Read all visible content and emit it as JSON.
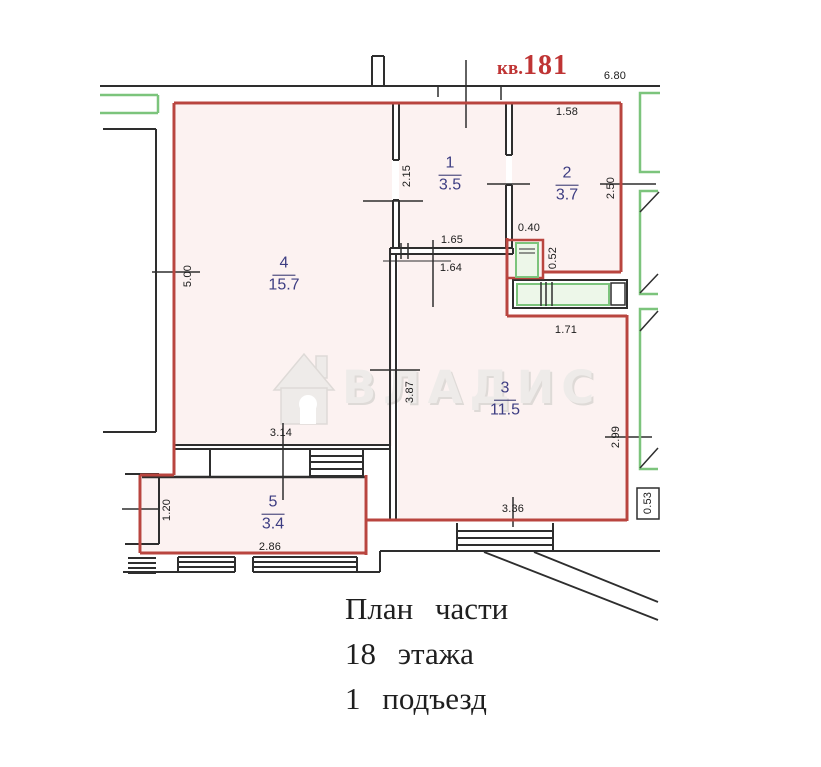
{
  "plan": {
    "apartment_label": {
      "prefix": "кв.",
      "number": "181"
    },
    "rooms": {
      "room1": {
        "number": "1",
        "area": "3.5"
      },
      "room2": {
        "number": "2",
        "area": "3.7"
      },
      "room3": {
        "number": "3",
        "area": "11.5"
      },
      "room4": {
        "number": "4",
        "area": "15.7"
      },
      "room5": {
        "number": "5",
        "area": "3.4"
      }
    },
    "dimensions": {
      "top_width": "6.80",
      "room2_width": "1.58",
      "room2_height": "2.50",
      "room1_height": "2.15",
      "room4_height": "5.00",
      "sink_width": "0.40",
      "sink_depth": "0.52",
      "hall_width_upper": "1.65",
      "hall_width_lower": "1.64",
      "bath_width": "1.71",
      "room3_height_left": "3.87",
      "room3_height_right": "2.99",
      "room4_width": "3.14",
      "room5_height": "1.20",
      "room5_width": "2.86",
      "room3_width": "3.36",
      "right_offset": "0.53"
    }
  },
  "watermark": {
    "text": "ВЛАДИС"
  },
  "caption": {
    "line1": "План части",
    "line2": "18 этажа",
    "line3": "1 подъезд"
  },
  "colors": {
    "wall_red": "#b9453f",
    "balcony_green": "#7cc47c",
    "room_label_blue": "#3d3d82",
    "apartment_label_red": "#bf3434",
    "floor_fill": "#fcf2f1"
  }
}
